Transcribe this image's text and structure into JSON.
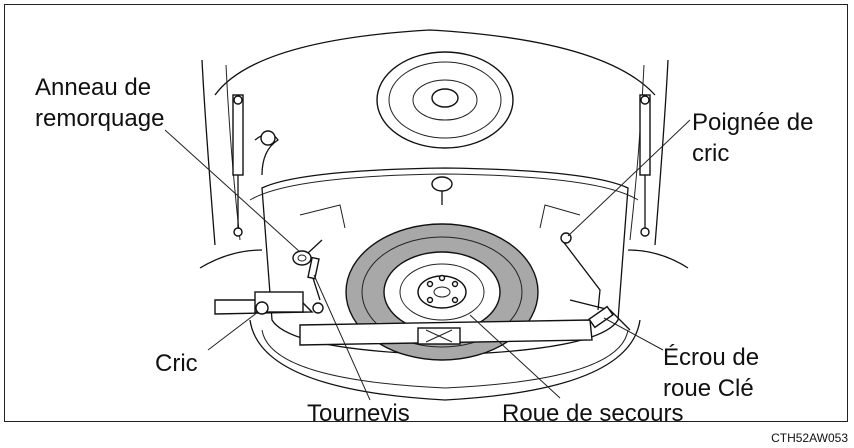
{
  "labels": {
    "towing_eye": "Anneau de remorquage",
    "jack_handle": "Poignée de cric",
    "jack": "Cric",
    "screwdriver": "Tournevis",
    "spare_wheel": "Roue de secours",
    "wheel_nut_wrench": "Écrou de roue Clé"
  },
  "figure_code": "CTH52AW053",
  "colors": {
    "line": "#111111",
    "tire": "#a8a8a8",
    "background": "#ffffff"
  }
}
